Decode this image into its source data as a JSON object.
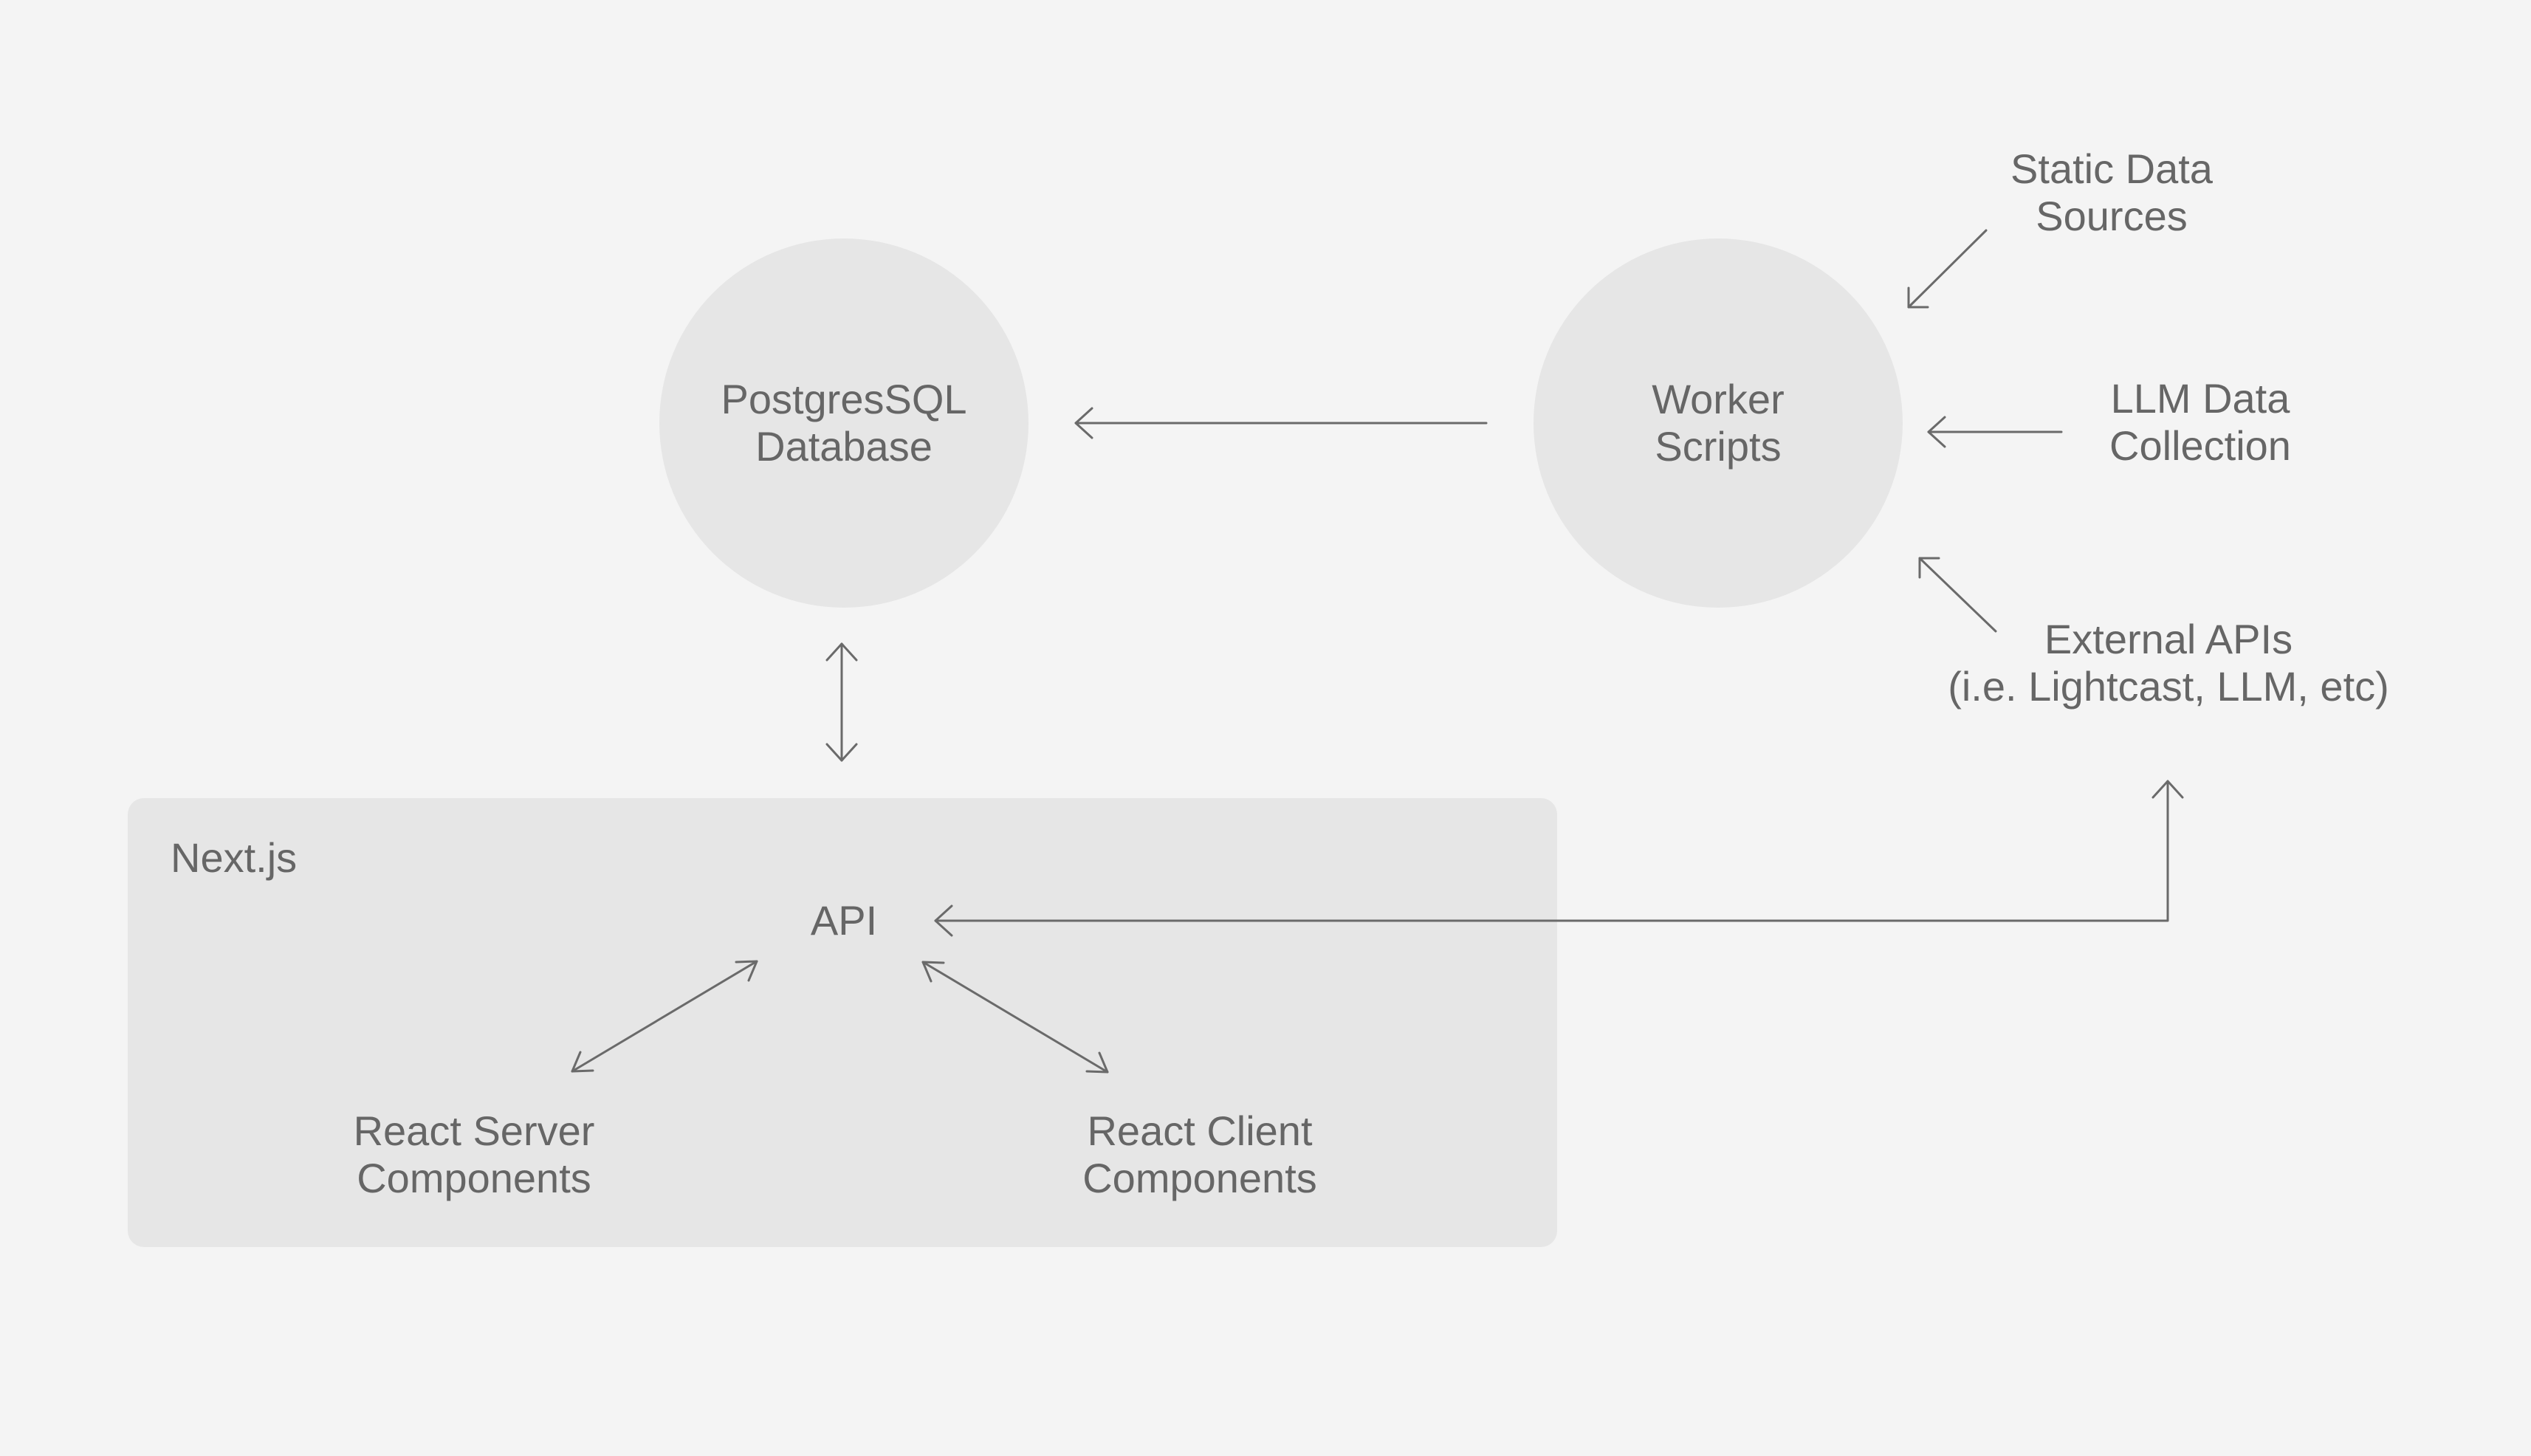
{
  "nodes": {
    "database": "PostgresSQL\nDatabase",
    "worker": "Worker\nScripts"
  },
  "sources": {
    "static": "Static Data\nSources",
    "llm": "LLM Data\nCollection",
    "external": "External APIs\n(i.e. Lightcast, LLM, etc)"
  },
  "nextjs": {
    "title": "Next.js",
    "api": "API",
    "server": "React Server\nComponents",
    "client": "React Client\nComponents"
  },
  "colors": {
    "background": "#f4f4f4",
    "shape_fill": "#e6e6e6",
    "text": "#666666",
    "line": "#6a6a6a"
  }
}
